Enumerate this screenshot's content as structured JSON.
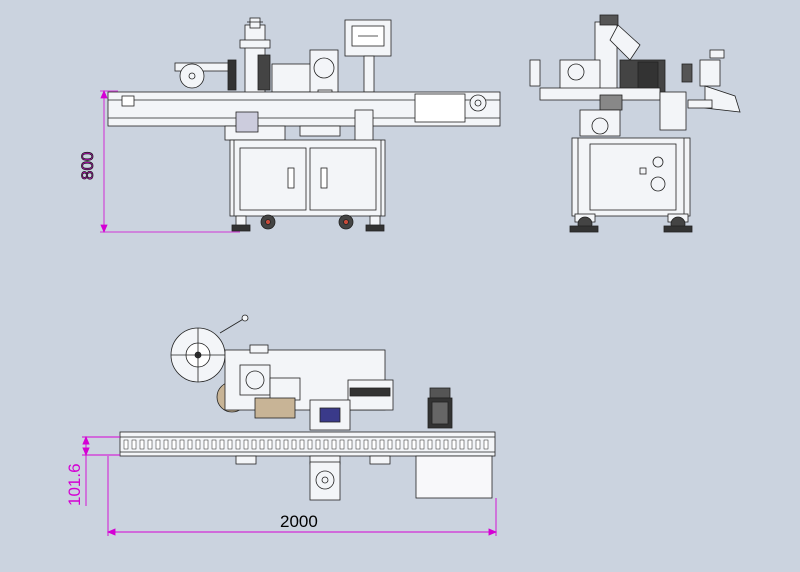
{
  "colors": {
    "background": "#cbd3df",
    "line": "#222222",
    "dimension_magenta": "#d400d4",
    "body_fill": "#f3f5f8",
    "dark_part": "#333333",
    "accent_red": "#c84a3a"
  },
  "views": {
    "front": {
      "height_label": "800"
    },
    "side": {},
    "top": {
      "height_label": "101.6",
      "width_label": "2000"
    }
  }
}
